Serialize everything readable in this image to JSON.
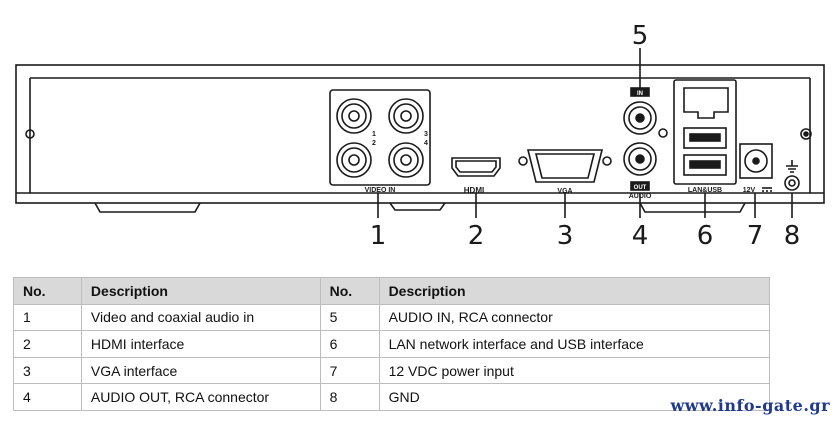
{
  "panel_labels": {
    "video_in": "VIDEO IN",
    "hdmi": "HDMI",
    "vga": "VGA",
    "audio": "AUDIO",
    "audio_in": "IN",
    "audio_out": "OUT",
    "lan_usb": "LAN&USB",
    "power": "12V",
    "channel_1": "1",
    "channel_2": "2",
    "channel_3": "3",
    "channel_4": "4"
  },
  "callouts": [
    "1",
    "2",
    "3",
    "4",
    "5",
    "6",
    "7",
    "8"
  ],
  "table": {
    "headers": [
      "No.",
      "Description",
      "No.",
      "Description"
    ],
    "rows": [
      [
        "1",
        "Video and coaxial audio in",
        "5",
        "AUDIO IN, RCA connector"
      ],
      [
        "2",
        "HDMI interface",
        "6",
        "LAN network interface and USB interface"
      ],
      [
        "3",
        "VGA interface",
        "7",
        "12 VDC power input"
      ],
      [
        "4",
        "AUDIO OUT, RCA connector",
        "8",
        "GND"
      ]
    ]
  },
  "watermark": "www.info-gate.gr",
  "colors": {
    "stroke": "#1a1a1a",
    "header_bg": "#d9d9d9",
    "watermark": "#1f3a8a"
  }
}
